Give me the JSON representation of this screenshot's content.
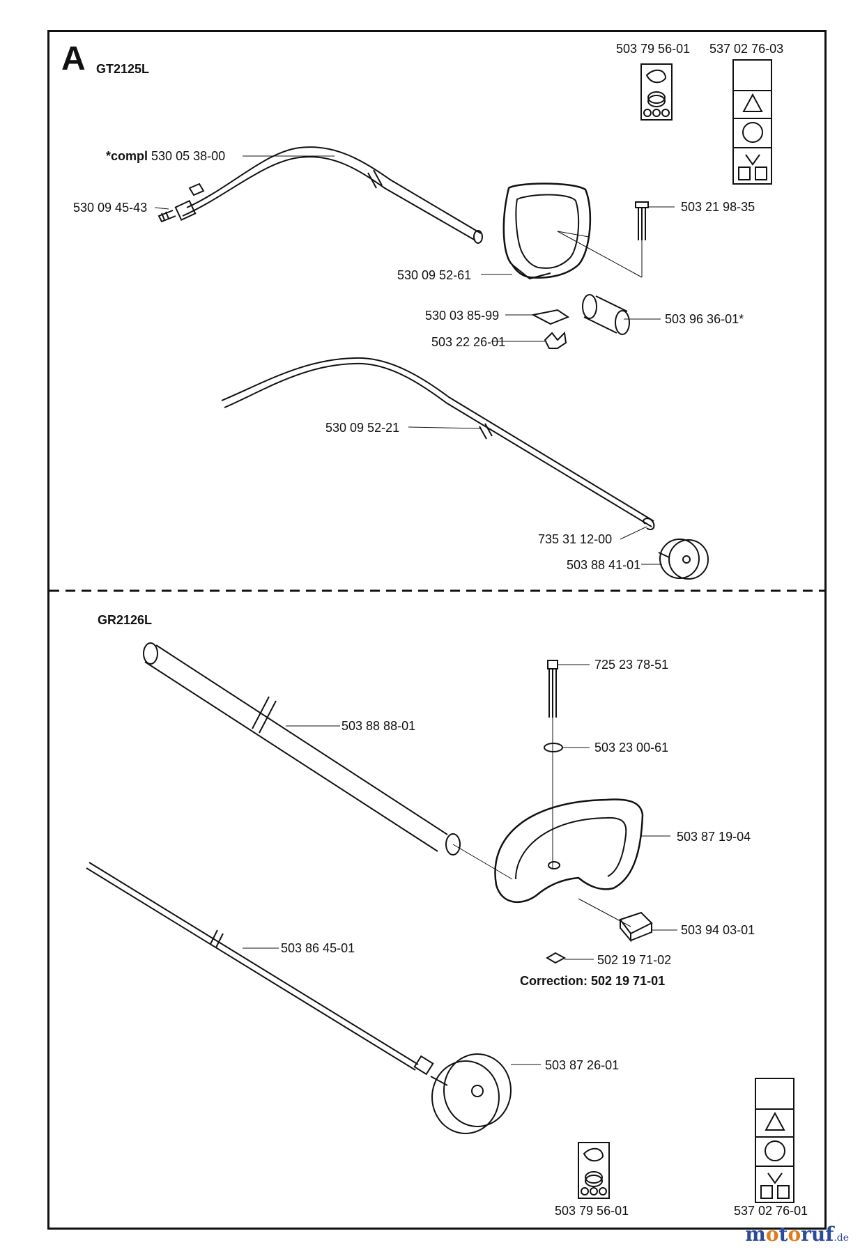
{
  "section": {
    "letter": "A",
    "model_top": "GT2125L",
    "model_bottom": "GR2126L"
  },
  "top_labels": {
    "decal_1": "503 79 56-01",
    "decal_2": "537 02 76-03",
    "compl_prefix": "*compl",
    "compl_number": "530 05 38-00",
    "p_530_09_45_43": "530 09 45-43",
    "p_503_21_98_35": "503 21 98-35",
    "p_530_09_52_61": "530 09 52-61",
    "p_530_03_85_99": "530 03 85-99",
    "p_503_96_36_01": "503 96 36-01*",
    "p_503_22_26_01": "503 22 26-01",
    "p_530_09_52_21": "530 09 52-21",
    "p_735_31_12_00": "735 31 12-00",
    "p_503_88_41_01": "503 88 41-01"
  },
  "bottom_labels": {
    "p_725_23_78_51": "725 23 78-51",
    "p_503_88_88_01": "503 88 88-01",
    "p_503_23_00_61": "503 23 00-61",
    "p_503_87_19_04": "503 87 19-04",
    "p_503_94_03_01": "503 94 03-01",
    "p_503_86_45_01": "503 86 45-01",
    "p_502_19_71_02": "502 19 71-02",
    "correction": "Correction: 502 19 71-01",
    "p_503_87_26_01": "503 87 26-01",
    "decal_1": "503 79 56-01",
    "decal_2": "537 02 76-01"
  },
  "watermark": {
    "m": "m",
    "o1": "o",
    "t": "t",
    "o2": "o",
    "ruf": "ruf",
    "tld": ".de"
  }
}
